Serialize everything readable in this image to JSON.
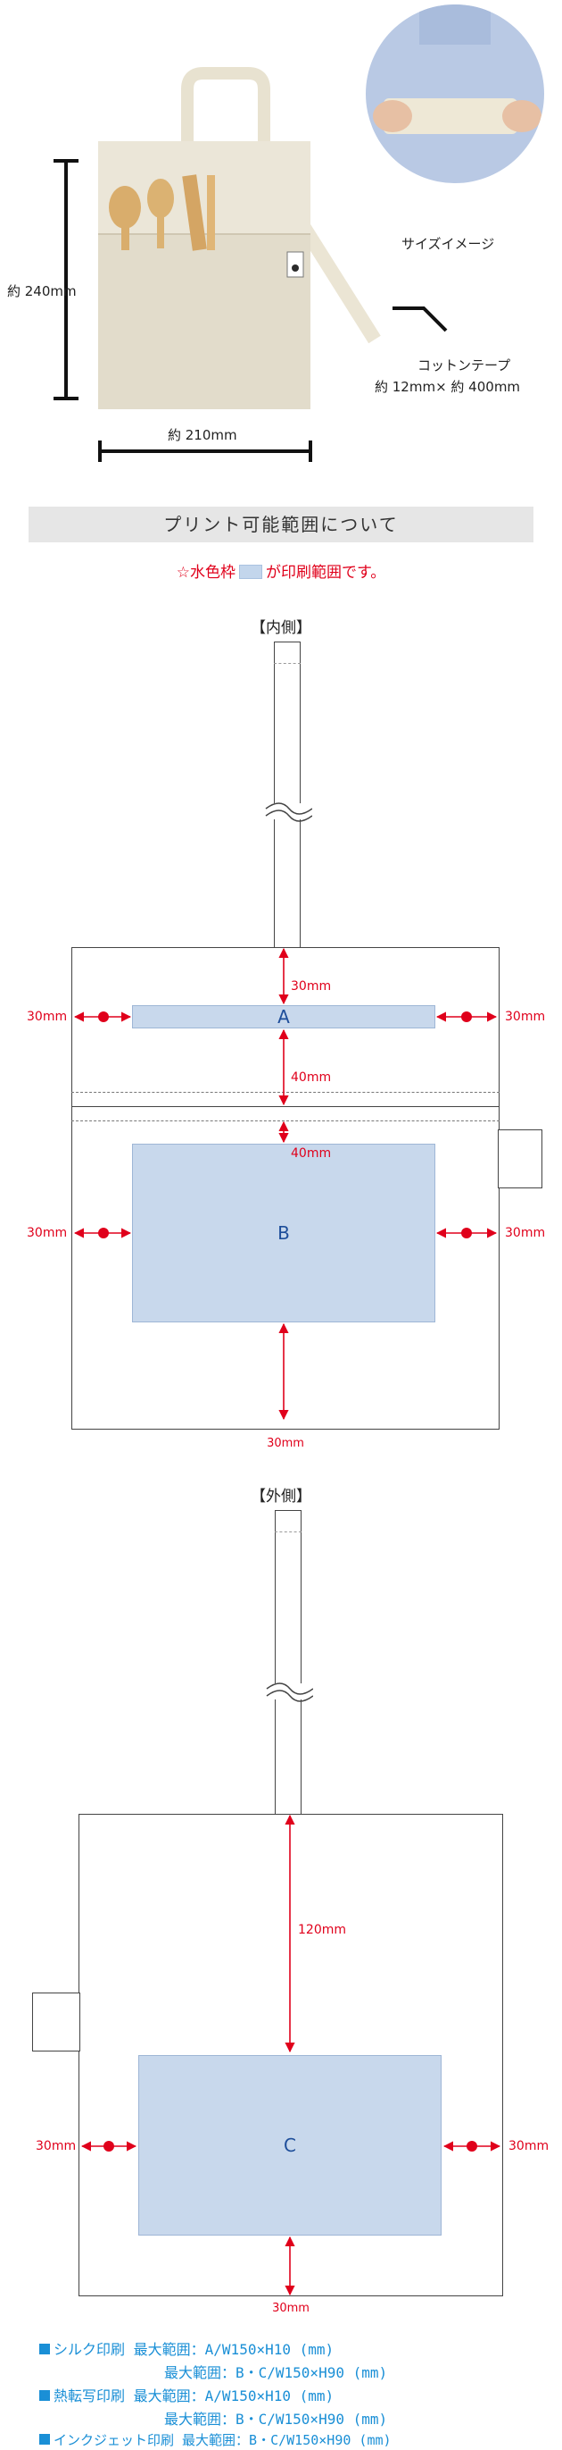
{
  "photo": {
    "height_label": "約 240mm",
    "width_label": "約 210mm",
    "tape_label_1": "コットンテープ",
    "tape_label_2": "約 12mm× 約 400mm",
    "size_image_label": "サイズイメージ"
  },
  "print_header": "プリント可能範囲について",
  "note": {
    "before": "☆水色枠",
    "after": "が印刷範囲です。"
  },
  "inner": {
    "title": "【内側】",
    "area_a": "A",
    "area_b": "B",
    "dim_top": "30mm",
    "dim_ab1": "40mm",
    "dim_ab2": "40mm",
    "dim_bottom": "30mm",
    "dim_side": "30mm"
  },
  "outer": {
    "title": "【外側】",
    "area_c": "C",
    "dim_top": "120mm",
    "dim_bottom": "30mm",
    "dim_side": "30mm"
  },
  "footer": [
    {
      "lead": "シルク印刷",
      "text": "最大範囲：A/W150×H10 (mm)"
    },
    {
      "lead": "",
      "text": "最大範囲：B・C/W150×H90 (mm)"
    },
    {
      "lead": "熱転写印刷",
      "text": "最大範囲：A/W150×H10 (mm)"
    },
    {
      "lead": "",
      "text": "最大範囲：B・C/W150×H90 (mm)"
    },
    {
      "lead": "インクジェット印刷",
      "text": "最大範囲：B・C/W150×H90 (mm)"
    }
  ],
  "colors": {
    "accent": "#e0001b",
    "area": "#c8d8ec",
    "footer": "#1a8fd6"
  }
}
